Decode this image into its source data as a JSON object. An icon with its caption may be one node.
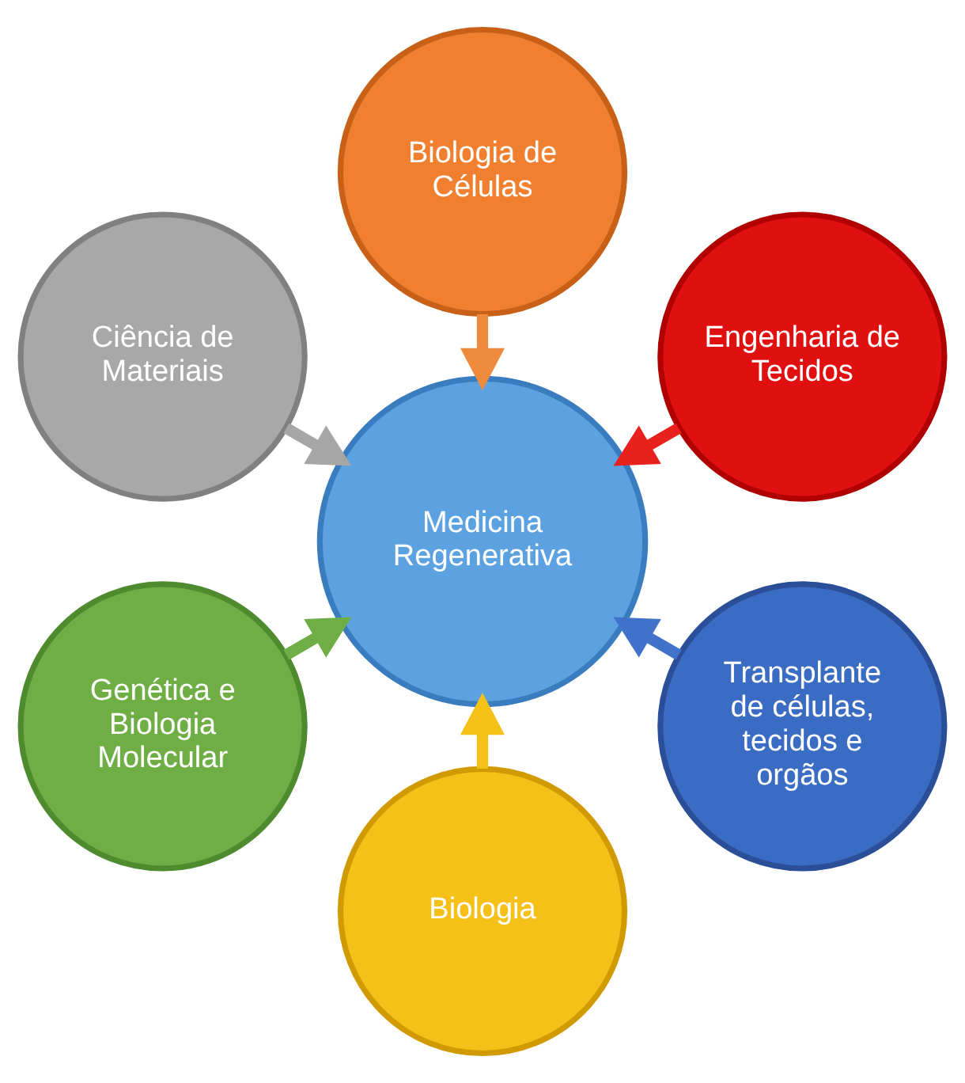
{
  "diagram": {
    "nodes": [
      {
        "text": [
          "Engenharia de Tecidos"
        ]
      },
      {
        "text": [
          "Biologia de Células"
        ]
      },
      {
        "text": [
          "Ciência de Materiais"
        ]
      },
      {
        "text": [
          "Medicina Regenerativa"
        ]
      },
      {
        "text": [
          "Genética e Biologia Molecular"
        ]
      },
      {
        "text": [
          "Biologia"
        ]
      },
      {
        "text": [
          "Transplante de células, tecidos e orgãos"
        ]
      }
    ],
    "edges": [
      {
        "from": 0,
        "to": 3,
        "arrow": "to",
        "color": "#e8211c"
      },
      {
        "from": 1,
        "to": 3,
        "arrow": "to",
        "color": "#ee8a3c"
      },
      {
        "from": 2,
        "to": 3,
        "arrow": "to",
        "color": "#a6a6a6"
      },
      {
        "from": 4,
        "to": 3,
        "arrow": "to",
        "color": "#6fae45"
      },
      {
        "from": 5,
        "to": 3,
        "arrow": "to",
        "color": "#f5c018"
      },
      {
        "from": 6,
        "to": 3,
        "arrow": "to",
        "color": "#3f72c8"
      }
    ]
  }
}
